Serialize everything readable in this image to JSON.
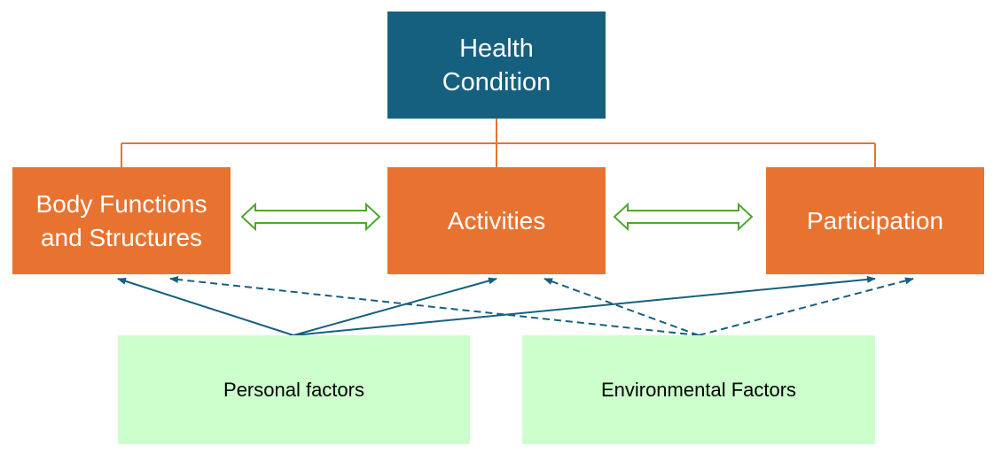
{
  "title": "Health Condition",
  "components": [
    "Body Functions and Structures",
    "Activities",
    "Participation"
  ],
  "factors": [
    "Personal factors",
    "Environmental Factors"
  ],
  "colors": {
    "health": "#16607F",
    "component": "#E87330",
    "factor": "#CCFFCC",
    "connector": "#E87330",
    "bidirectional": "#4EA72E",
    "influence": "#16607F"
  }
}
